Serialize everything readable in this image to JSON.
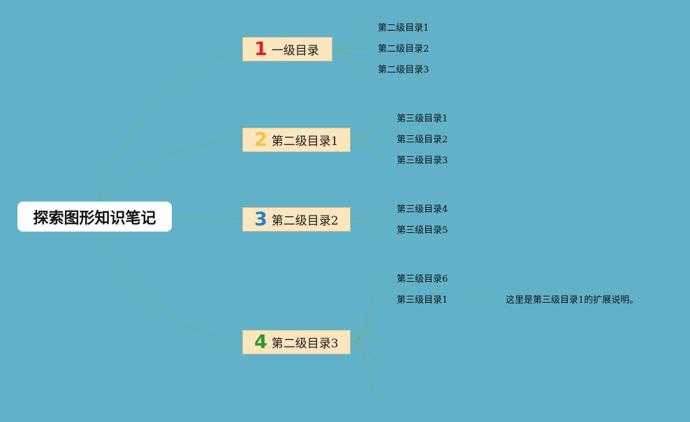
{
  "root": {
    "label": "探索图形知识笔记"
  },
  "branches": [
    {
      "badge": "1",
      "badge_color": "#e0202a",
      "label": "一级目录",
      "children": [
        "第二级目录1",
        "第二级目录2",
        "第二级目录3"
      ]
    },
    {
      "badge": "2",
      "badge_color": "#f2c53d",
      "label": "第二级目录1",
      "children": [
        "第三级目录1",
        "第三级目录2",
        "第三级目录3"
      ]
    },
    {
      "badge": "3",
      "badge_color": "#2a7fc4",
      "label": "第二级目录2",
      "children": [
        "第三级目录4",
        "第三级目录5"
      ]
    },
    {
      "badge": "4",
      "badge_color": "#2b9a2f",
      "label": "第二级目录3",
      "children": [
        "第三级目录6",
        "第三级目录1",
        "",
        "",
        "",
        ""
      ],
      "note": "这里是第三级目录1的扩展说明。"
    }
  ],
  "colors": {
    "background": "#61b2c8",
    "connector": "#6db08a",
    "branch_fill": "#fbe6c0"
  }
}
